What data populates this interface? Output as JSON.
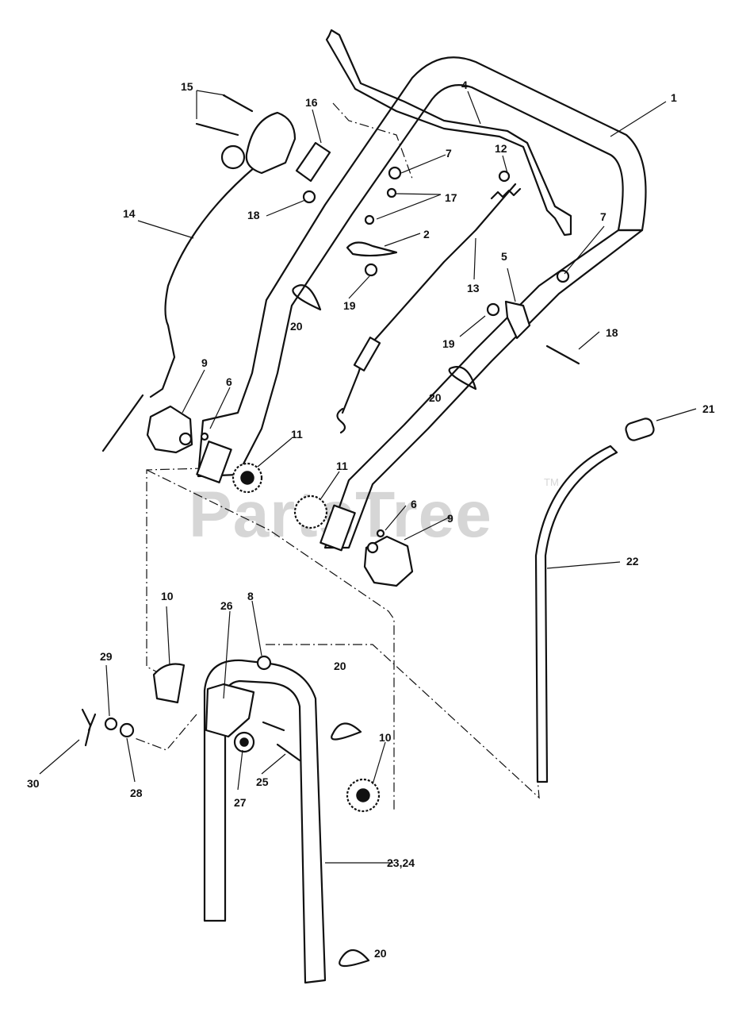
{
  "watermark": {
    "text": "PartsTree",
    "trademark": "TM"
  },
  "callouts": [
    {
      "id": "c1",
      "label": "1"
    },
    {
      "id": "c2",
      "label": "2"
    },
    {
      "id": "c4",
      "label": "4"
    },
    {
      "id": "c5",
      "label": "5"
    },
    {
      "id": "c6a",
      "label": "6"
    },
    {
      "id": "c6b",
      "label": "6"
    },
    {
      "id": "c7a",
      "label": "7"
    },
    {
      "id": "c7b",
      "label": "7"
    },
    {
      "id": "c8",
      "label": "8"
    },
    {
      "id": "c9a",
      "label": "9"
    },
    {
      "id": "c9b",
      "label": "9"
    },
    {
      "id": "c10a",
      "label": "10"
    },
    {
      "id": "c10b",
      "label": "10"
    },
    {
      "id": "c11a",
      "label": "11"
    },
    {
      "id": "c11b",
      "label": "11"
    },
    {
      "id": "c12",
      "label": "12"
    },
    {
      "id": "c13",
      "label": "13"
    },
    {
      "id": "c14",
      "label": "14"
    },
    {
      "id": "c15",
      "label": "15"
    },
    {
      "id": "c16",
      "label": "16"
    },
    {
      "id": "c17",
      "label": "17"
    },
    {
      "id": "c18a",
      "label": "18"
    },
    {
      "id": "c18b",
      "label": "18"
    },
    {
      "id": "c19a",
      "label": "19"
    },
    {
      "id": "c19b",
      "label": "19"
    },
    {
      "id": "c20a",
      "label": "20"
    },
    {
      "id": "c20b",
      "label": "20"
    },
    {
      "id": "c20c",
      "label": "20"
    },
    {
      "id": "c20d",
      "label": "20"
    },
    {
      "id": "c21",
      "label": "21"
    },
    {
      "id": "c22",
      "label": "22"
    },
    {
      "id": "c23",
      "label": "23,24"
    },
    {
      "id": "c25",
      "label": "25"
    },
    {
      "id": "c26",
      "label": "26"
    },
    {
      "id": "c27",
      "label": "27"
    },
    {
      "id": "c28",
      "label": "28"
    },
    {
      "id": "c29",
      "label": "29"
    },
    {
      "id": "c30",
      "label": "30"
    }
  ]
}
